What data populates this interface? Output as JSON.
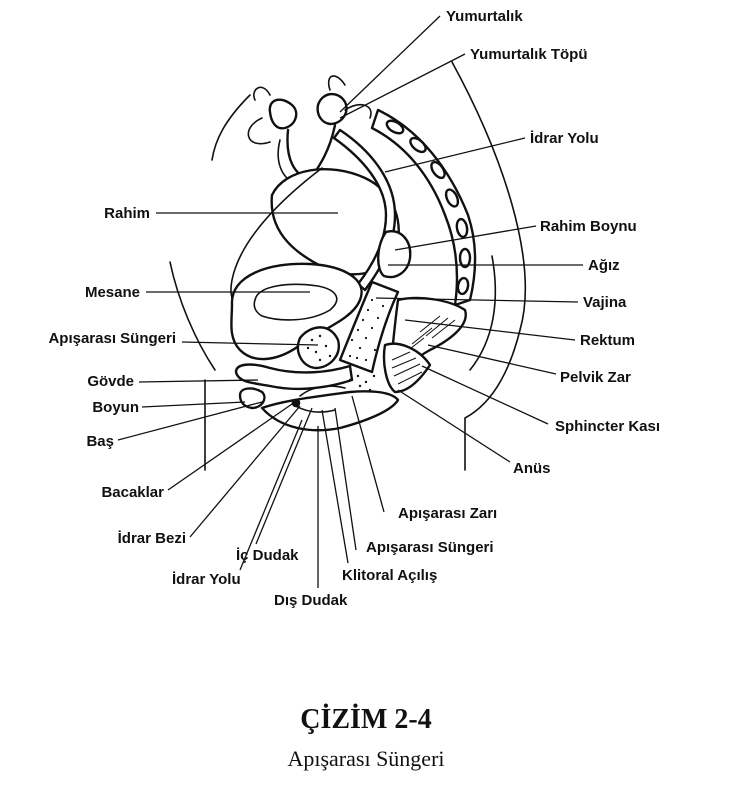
{
  "caption": {
    "title": "ÇİZİM 2-4",
    "subtitle": "Apışarası Süngeri"
  },
  "labels": {
    "yumurtalik": "Yumurtalık",
    "yumurtalik_topu": "Yumurtalık Töpü",
    "idrar_yolu_ust": "İdrar Yolu",
    "rahim": "Rahim",
    "rahim_boynu": "Rahim Boynu",
    "agiz": "Ağız",
    "mesane": "Mesane",
    "vajina": "Vajina",
    "apisarasi_sungeri_sol": "Apışarası Süngeri",
    "rektum": "Rektum",
    "govde": "Gövde",
    "pelvik_zar": "Pelvik Zar",
    "boyun": "Boyun",
    "bas": "Baş",
    "sphincter_kasi": "Sphincter Kası",
    "anus": "Anüs",
    "bacaklar": "Bacaklar",
    "apisarasi_zari": "Apışarası Zarı",
    "idrar_bezi": "İdrar Bezi",
    "apisarasi_sungeri_alt": "Apışarası Süngeri",
    "ic_dudak": "İç Dudak",
    "klitoral_acilis": "Klitoral Açılış",
    "idrar_yolu_alt": "İdrar Yolu",
    "dis_dudak": "Dış Dudak"
  }
}
